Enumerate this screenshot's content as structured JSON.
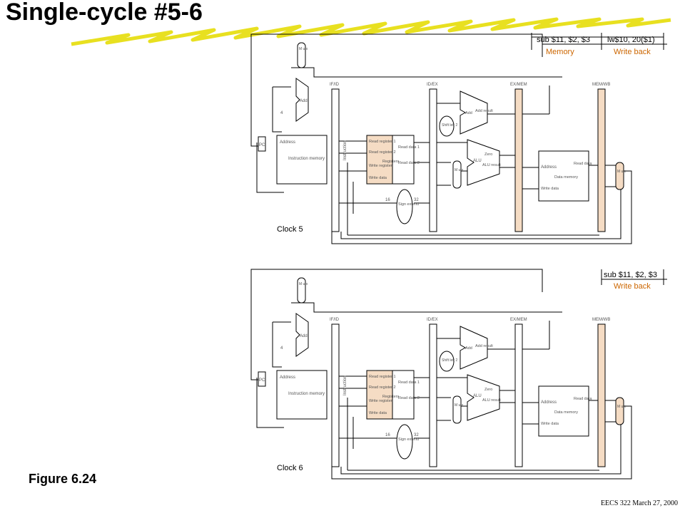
{
  "title": "Single-cycle #5-6",
  "figure_label": "Figure 6.24",
  "footer": "EECS 322 March 27, 2000",
  "colors": {
    "highlight": "#cc6600",
    "pipe_fill": "#f5dcc4",
    "zigzag": "#e8e020"
  },
  "datapath_labels": {
    "mux": "M u x",
    "if_id": "IF/ID",
    "id_ex": "ID/EX",
    "ex_mem": "EX/MEM",
    "mem_wb": "MEM/WB",
    "add": "Add",
    "add_result": "Add result",
    "four": "4",
    "pc": "PC",
    "address": "Address",
    "instruction_memory": "Instruction memory",
    "instruction": "Instruction",
    "read_register_1": "Read register 1",
    "read_register_2": "Read register 2",
    "registers": "Registers",
    "write_register": "Write register",
    "write_data": "Write data",
    "read_data_1": "Read data 1",
    "read_data_2": "Read data 2",
    "shift_left_2": "Shift left 2",
    "alu": "ALU",
    "zero": "Zero",
    "alu_result": "ALU result",
    "read_data": "Read data",
    "data_memory": "Data memory",
    "sixteen": "16",
    "thirty_two": "32",
    "sign_extend": "Sign extend"
  },
  "panels": [
    {
      "clock": "Clock 5",
      "instructions": [
        {
          "text": "sub $11, $2, $3",
          "stage": "Memory"
        },
        {
          "text": "lw$10, 20($1)",
          "stage": "Write back"
        }
      ]
    },
    {
      "clock": "Clock 6",
      "instructions": [
        {
          "text": "sub $11, $2, $3",
          "stage": "Write back"
        }
      ]
    }
  ]
}
